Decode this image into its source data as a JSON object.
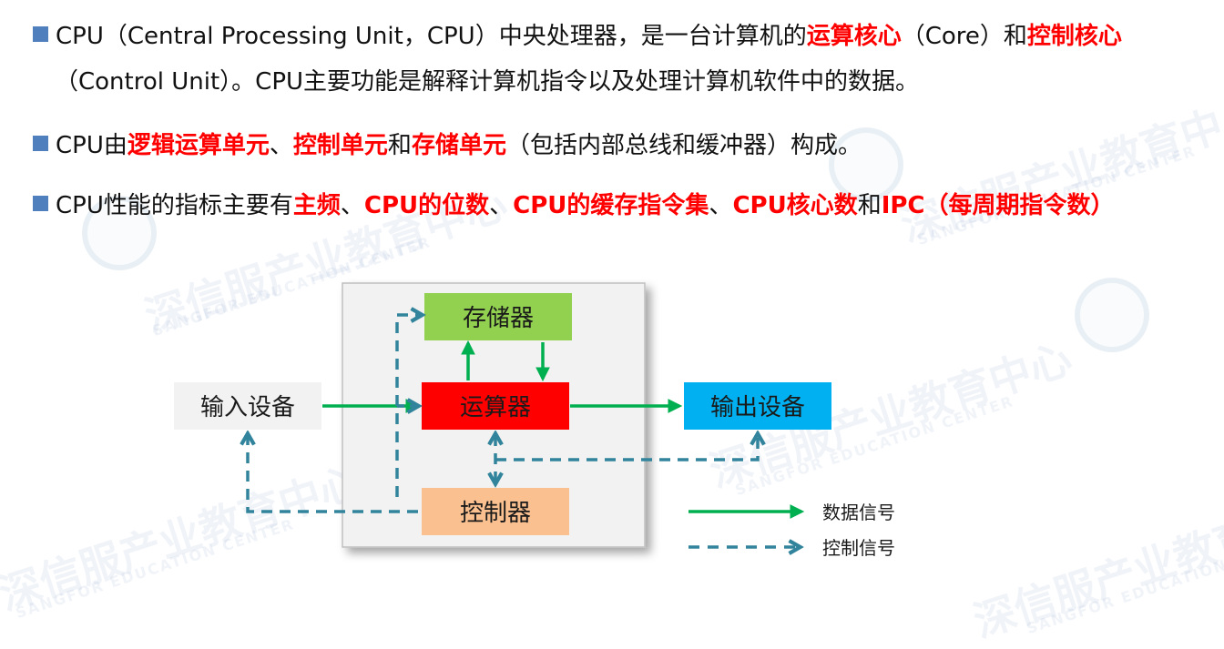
{
  "bullets": [
    {
      "parts": [
        {
          "text": "CPU（Central Processing Unit，CPU）中央处理器，是一台计算机的",
          "hl": false
        },
        {
          "text": "运算核心",
          "hl": true
        },
        {
          "text": "（Core）和",
          "hl": false
        },
        {
          "text": "控制核心",
          "hl": true
        }
      ],
      "continuation": "（Control Unit）。CPU主要功能是解释计算机指令以及处理计算机软件中的数据。"
    },
    {
      "parts": [
        {
          "text": "CPU由",
          "hl": false
        },
        {
          "text": "逻辑运算单元",
          "hl": true
        },
        {
          "text": "、",
          "hl": false
        },
        {
          "text": "控制单元",
          "hl": true
        },
        {
          "text": "和",
          "hl": false
        },
        {
          "text": "存储单元",
          "hl": true
        },
        {
          "text": "（包括内部总线和缓冲器）构成。",
          "hl": false
        }
      ]
    },
    {
      "parts": [
        {
          "text": "CPU性能的指标主要有",
          "hl": false
        },
        {
          "text": "主频",
          "hl": true
        },
        {
          "text": "、",
          "hl": false
        },
        {
          "text": "CPU的位数",
          "hl": true
        },
        {
          "text": "、",
          "hl": false
        },
        {
          "text": "CPU的缓存指令集",
          "hl": true
        },
        {
          "text": "、",
          "hl": false
        },
        {
          "text": "CPU核心数",
          "hl": true
        },
        {
          "text": "和",
          "hl": false
        },
        {
          "text": "IPC（每周期指令数）",
          "hl": true
        }
      ]
    }
  ],
  "diagram": {
    "nodes": {
      "memory": "存储器",
      "alu": "运算器",
      "input": "输入设备",
      "output": "输出设备",
      "control": "控制器"
    },
    "legend": {
      "data_signal": "数据信号",
      "control_signal": "控制信号"
    }
  },
  "watermark": {
    "cn": "深信服产业教育中心",
    "en": "SANGFOR EDUCATION CENTER"
  },
  "colors": {
    "bullet_square": "#4f7fbd",
    "highlight": "#ff0000",
    "memory_box": "#92d050",
    "alu_box": "#ff0000",
    "output_box": "#00b0f0",
    "control_box": "#fac090",
    "input_box": "#f2f2f2",
    "cpu_box": "#f2f2f2",
    "data_arrow": "#00b050",
    "control_arrow": "#31849b"
  }
}
